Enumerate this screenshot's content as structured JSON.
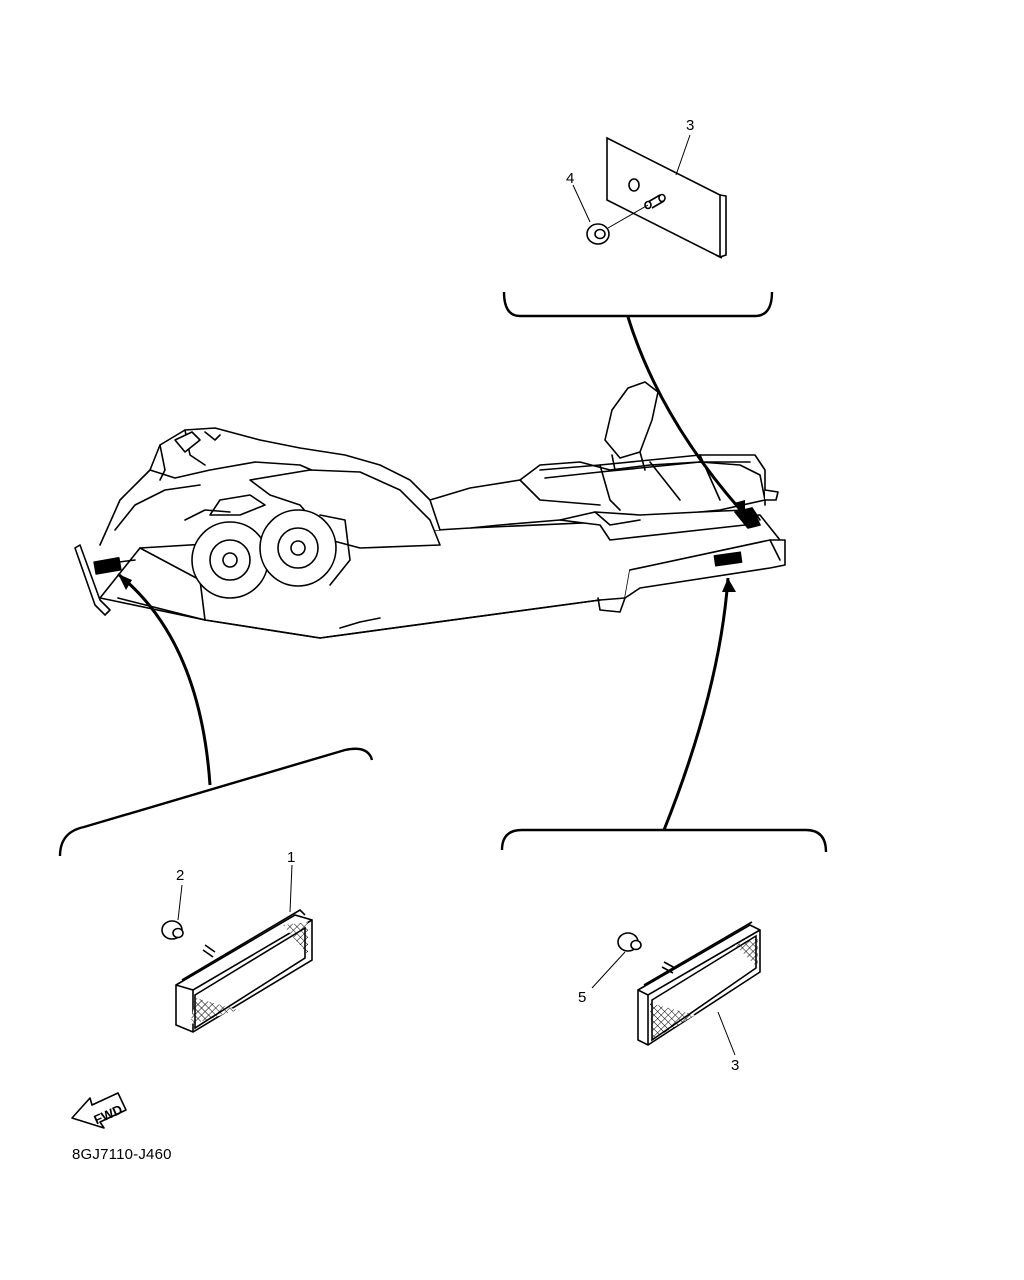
{
  "diagram": {
    "part_code": "8GJ7110-J460",
    "fwd_label": "FWD",
    "callouts": {
      "top_panel_reflector": "3",
      "top_panel_nut": "4",
      "left_panel_reflector": "1",
      "left_panel_nut": "2",
      "right_panel_nut": "5",
      "right_panel_reflector": "3"
    }
  }
}
